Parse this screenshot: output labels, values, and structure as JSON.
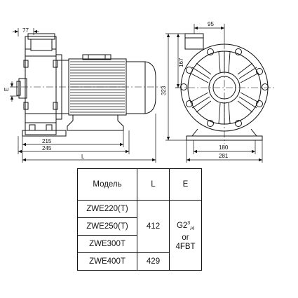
{
  "dimensions": {
    "d77": "77",
    "d95": "95",
    "d167": "167",
    "d323": "323",
    "dE": "E",
    "d215": "215",
    "d245": "245",
    "dL": "L",
    "d180": "180",
    "d281": "281"
  },
  "table": {
    "headers": {
      "model": "Модель",
      "l": "L",
      "e": "E"
    },
    "models": [
      "ZWE220(T)",
      "ZWE250(T)",
      "ZWE300T",
      "ZWE400T"
    ],
    "l_values": {
      "group": "412",
      "last": "429"
    },
    "e_value": {
      "line1_main": "G2",
      "line1_sup": "3",
      "line1_sub": "/4",
      "line2": "or",
      "line3": "4FBT"
    }
  }
}
